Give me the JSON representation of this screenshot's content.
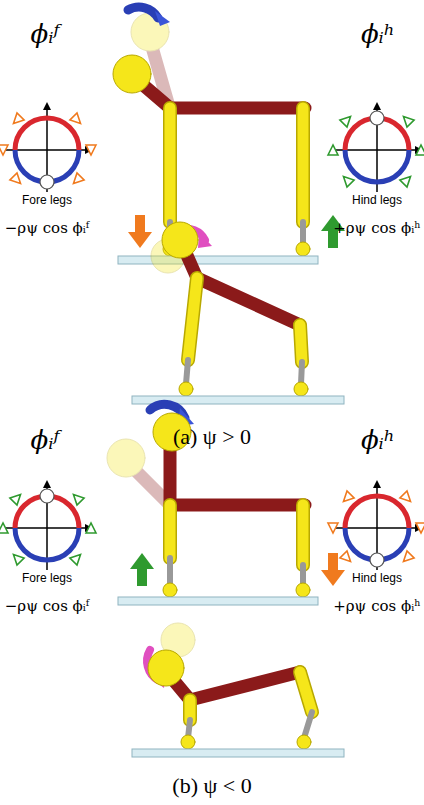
{
  "diagram": {
    "labels": [
      "ϕᵢᶠ",
      "ϕᵢʰ",
      "Fore legs",
      "Hind legs",
      "−ρψ cos ϕᵢᶠ",
      "+ρψ cos ϕᵢʰ",
      "(a) ψ > 0",
      "ϕᵢᶠ",
      "ϕᵢʰ",
      "Fore legs",
      "Hind legs",
      "−ρψ cos ϕᵢᶠ",
      "+ρψ cos ϕᵢʰ",
      "(b) ψ < 0"
    ]
  }
}
